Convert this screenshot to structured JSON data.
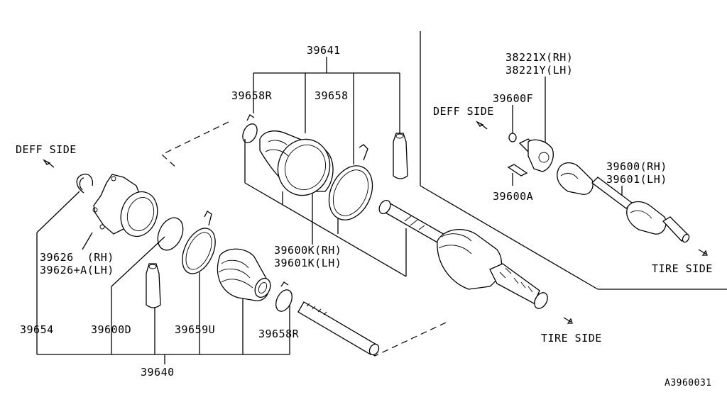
{
  "labels": {
    "p39641": "39641",
    "p39658R_top": "39658R",
    "p39658_top": "39658",
    "p38221X": "38221X(RH)",
    "p38221Y": "38221Y(LH)",
    "p39600F": "39600F",
    "deff_side_right": "DEFF SIDE",
    "deff_side_left": "DEFF SIDE",
    "p39600_rh": "39600(RH)",
    "p39601_lh": "39601(LH)",
    "p39600A": "39600A",
    "p39626_rh": "39626  (RH)",
    "p39626A_lh": "39626+A(LH)",
    "p39600K_rh": "39600K(RH)",
    "p39601K_lh": "39601K(LH)",
    "tire_side_right": "TIRE SIDE",
    "tire_side_center": "TIRE SIDE",
    "p39654": "39654",
    "p39600D": "39600D",
    "p39659U": "39659U",
    "p39658R_bottom": "39658R",
    "p39640": "39640",
    "diagram_code": "A3960031"
  }
}
